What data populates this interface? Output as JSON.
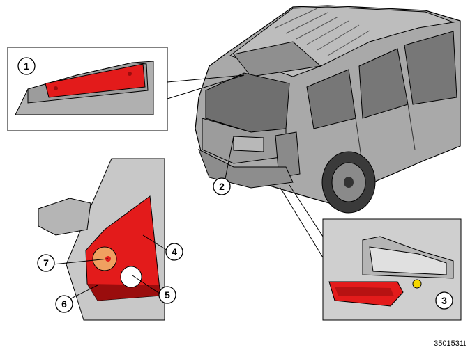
{
  "callouts": [
    "1",
    "2",
    "3",
    "4",
    "5",
    "6",
    "7"
  ],
  "reference_code": "3501531t",
  "colors": {
    "panel_bg": "#cfcfcf",
    "body_grey": "#9a9a9a",
    "light_red": "#e31b1b",
    "dark_red": "#9a0d0d",
    "indicator_orange": "#f0a060",
    "bulb_yellow": "#f5d800"
  }
}
